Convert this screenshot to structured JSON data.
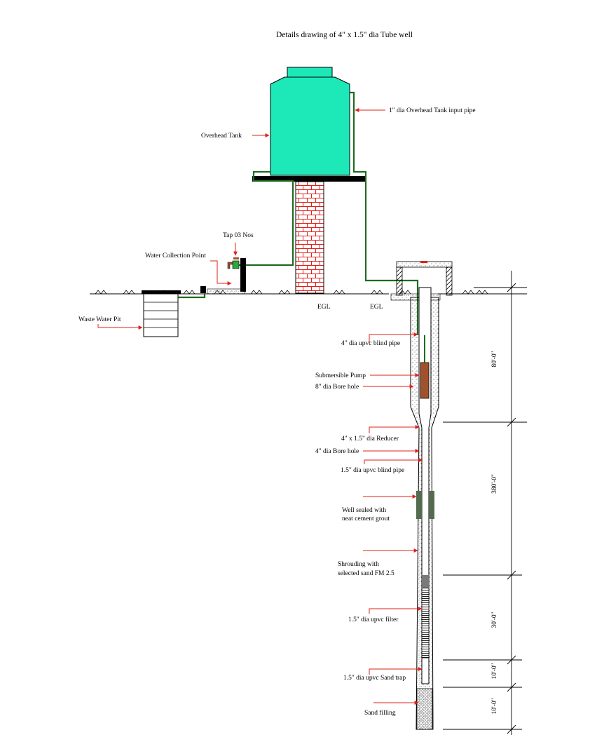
{
  "title": "Details drawing of 4\" x 1.5\" dia Tube well",
  "labels": {
    "overhead_tank": "Overhead Tank",
    "tank_input_pipe": "1\" dia Overhead Tank input pipe",
    "tap": "Tap 03 Nos",
    "water_collection_point": "Water Collection Point",
    "waste_water_pit": "Waste Water Pit",
    "egl_left": "EGL",
    "egl_right": "EGL",
    "blind_pipe_4in": "4\" dia upvc blind pipe",
    "submersible_pump": "Submersible Pump",
    "bore_hole_8in": "8\" dia Bore hole",
    "reducer": "4\" x 1.5\" dia Reducer",
    "bore_hole_4in": "4\" dia Bore hole",
    "blind_pipe_15in": "1.5\" dia upvc blind pipe",
    "sealed_line1": "Well sealed with",
    "sealed_line2": "neat cement grout",
    "shrouding_line1": "Shrouding with",
    "shrouding_line2": "selected sand FM 2.5",
    "filter": "1.5\" dia upvc filter",
    "sand_trap": "1.5\" dia upvc Sand trap",
    "sand_filling": "Sand filling"
  },
  "dimensions": {
    "d1": "80'-0\"",
    "d2": "380'-0\"",
    "d3": "30'-0\"",
    "d4": "10'-0\"",
    "d5": "10'-0\""
  },
  "colors": {
    "tank": "#1de8b8",
    "pipe": "#1e6b1e",
    "pump": "#a0522d",
    "arrow": "#e0201a",
    "grout": "#556b4f",
    "brick_fill": "#ffffff",
    "brick_line": "#e0201a"
  }
}
